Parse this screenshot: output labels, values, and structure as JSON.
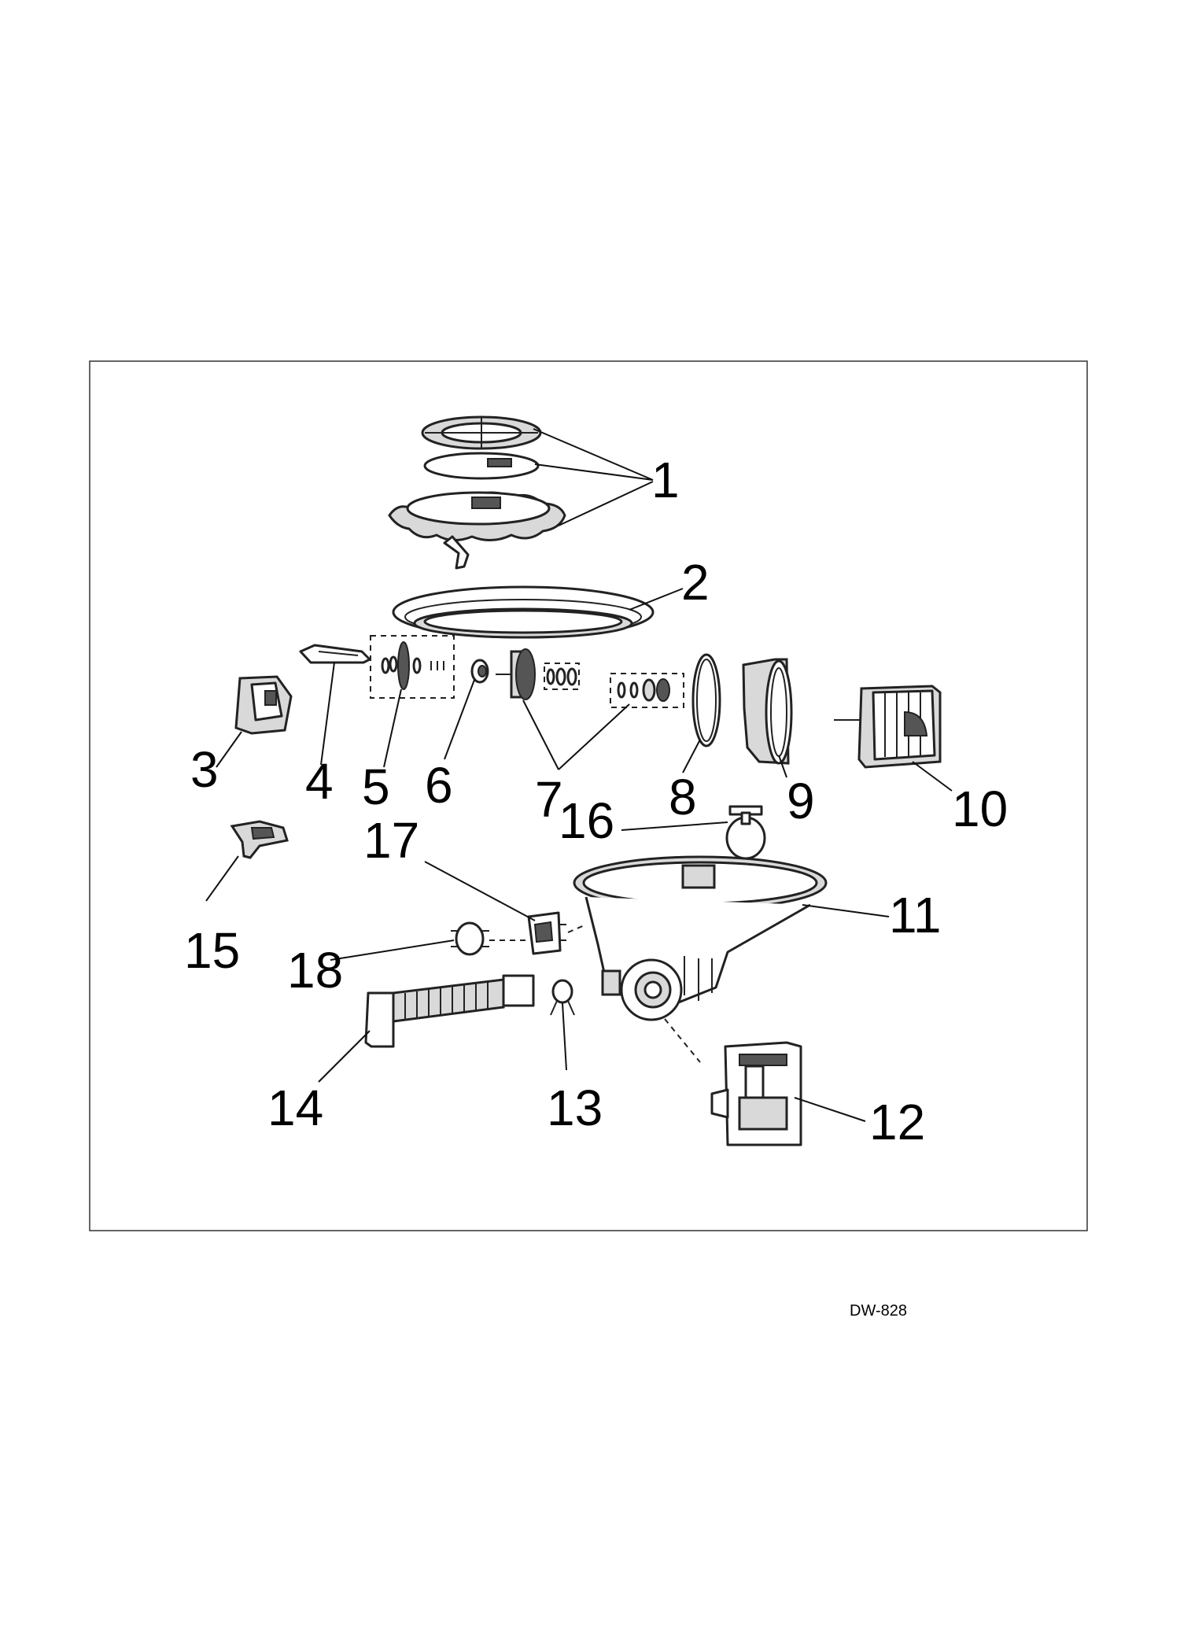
{
  "diagram": {
    "callouts": [
      "1",
      "2",
      "3",
      "4",
      "5",
      "6",
      "7",
      "8",
      "9",
      "10",
      "11",
      "12",
      "13",
      "14",
      "15",
      "16",
      "17",
      "18"
    ],
    "code": "DW-828"
  }
}
